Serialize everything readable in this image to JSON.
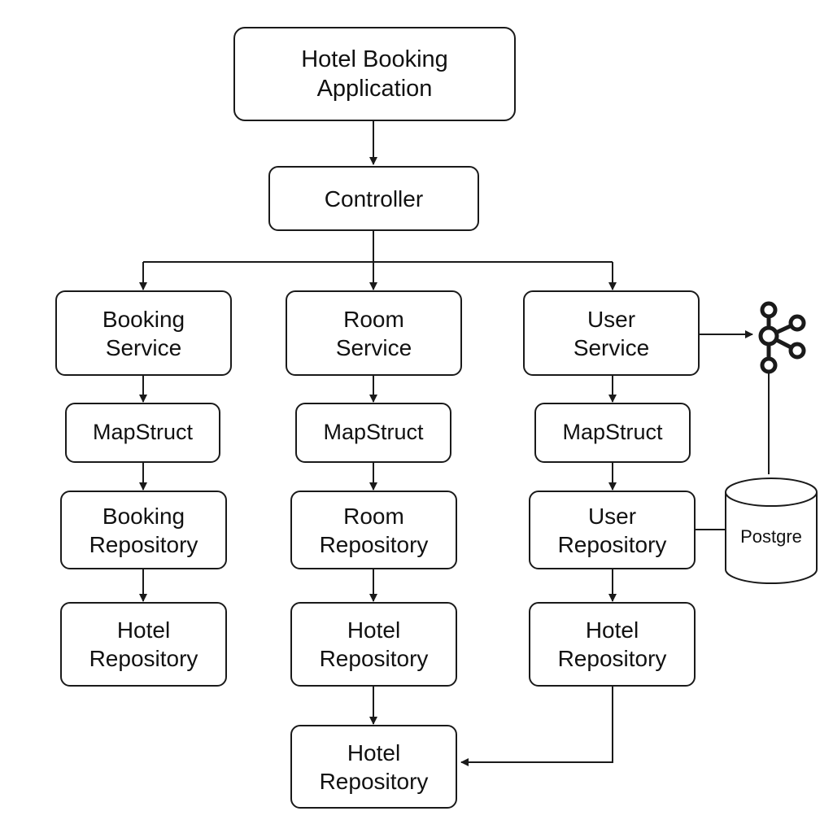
{
  "nodes": {
    "app": "Hotel Booking\nApplication",
    "controller": "Controller",
    "booking_service": "Booking\nService",
    "room_service": "Room\nService",
    "user_service": "User\nService",
    "booking_mapstruct": "MapStruct",
    "room_mapstruct": "MapStruct",
    "user_mapstruct": "MapStruct",
    "booking_repository": "Booking\nRepository",
    "room_repository": "Room\nRepository",
    "user_repository": "User\nRepository",
    "booking_hotel_repository": "Hotel\nRepository",
    "room_hotel_repository": "Hotel\nRepository",
    "user_hotel_repository": "Hotel\nRepository",
    "shared_hotel_repository": "Hotel\nRepository"
  },
  "database": {
    "label": "Postgre"
  },
  "icons": {
    "broker": "kafka-icon",
    "database": "database-cylinder-icon"
  },
  "colors": {
    "stroke": "#1a1a1a",
    "background": "#ffffff"
  }
}
